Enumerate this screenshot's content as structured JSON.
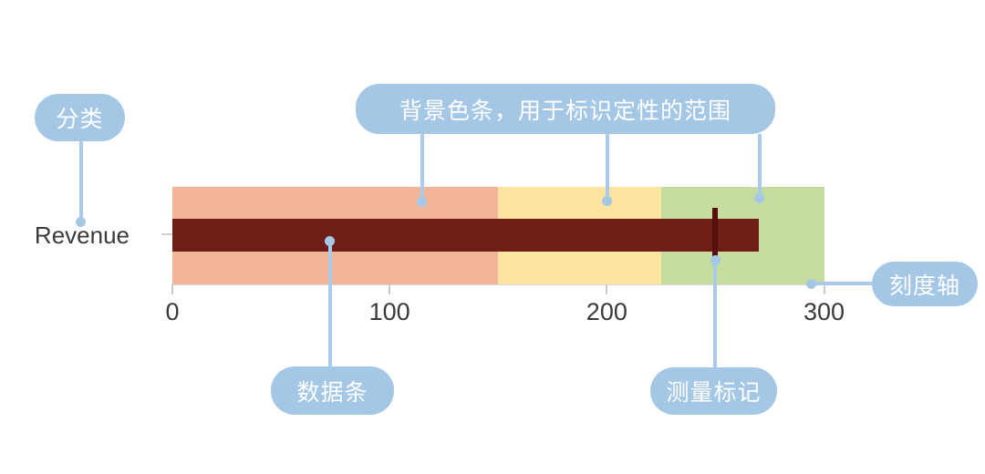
{
  "callouts": {
    "category": {
      "label": "分类"
    },
    "ranges": {
      "label": "背景色条，用于标识定性的范围"
    },
    "axis": {
      "label": "刻度轴"
    },
    "bar": {
      "label": "数据条"
    },
    "marker": {
      "label": "测量标记"
    }
  },
  "chart_data": {
    "type": "bullet",
    "category": "Revenue",
    "series": [
      {
        "name": "data bar",
        "value": 270
      }
    ],
    "marker": 250,
    "marker_color": "#530F0E",
    "bar_color": "#6E1E16",
    "ranges": [
      {
        "from": 0,
        "to": 150,
        "color": "#F3B598"
      },
      {
        "from": 150,
        "to": 225,
        "color": "#FAE4A0"
      },
      {
        "from": 225,
        "to": 300,
        "color": "#C5DC9C"
      }
    ],
    "xaxis": {
      "min": 0,
      "max": 300,
      "ticks": [
        0,
        100,
        200,
        300
      ]
    },
    "colors": {
      "callout_blue": "#A4C7E6",
      "connector_blue": "#A9CBE9",
      "axis_gray": "#d8d8d8",
      "text_dark": "#3a3a3a"
    }
  }
}
